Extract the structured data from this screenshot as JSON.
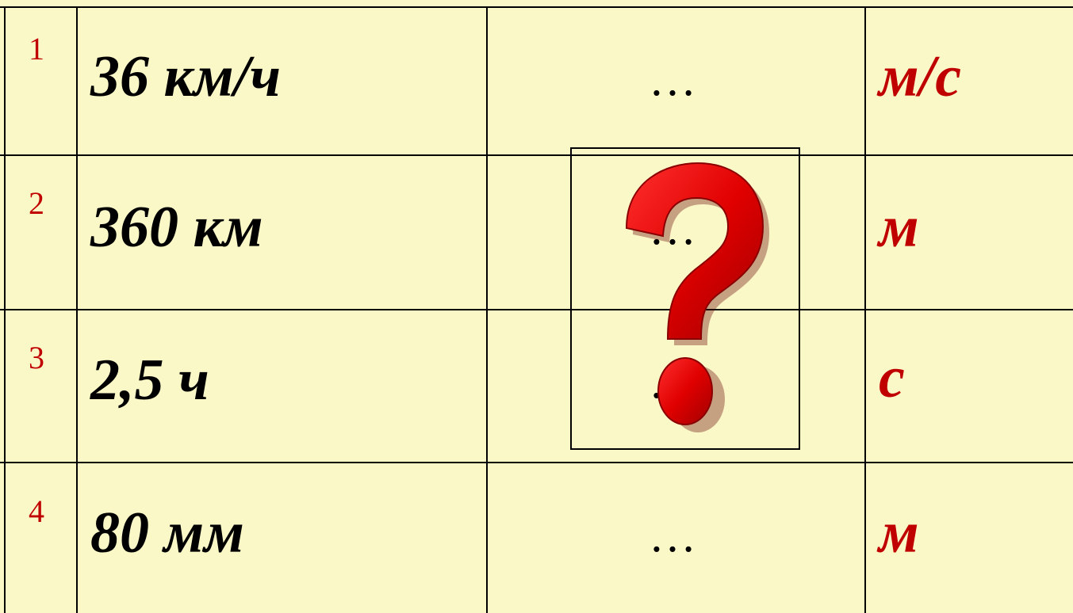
{
  "rows": [
    {
      "num": "1",
      "value": "36 км/ч",
      "answer": "…",
      "unit": "м/с"
    },
    {
      "num": "2",
      "value": "360 км",
      "answer": "…",
      "unit": "м"
    },
    {
      "num": "3",
      "value": "2,5 ч",
      "answer": "…",
      "unit": "с"
    },
    {
      "num": "4",
      "value": "80 мм",
      "answer": "…",
      "unit": "м"
    }
  ],
  "colors": {
    "background": "#fbf8c8",
    "accent": "#c00000",
    "text": "#000000"
  },
  "icons": {
    "question": "question-mark-icon"
  }
}
